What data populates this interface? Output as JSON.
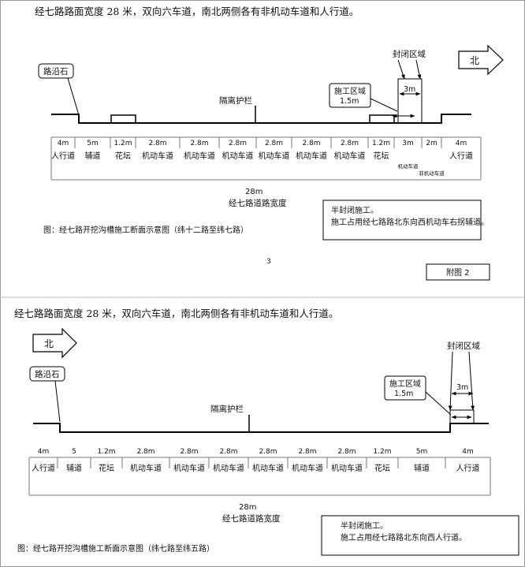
{
  "top": {
    "title": "经七路路面宽度 28 米，双向六车道，南北两侧各有非机动车道和人行道。",
    "direction": "北",
    "curb_label": "路沿石",
    "closed_label": "封闭区域",
    "work_label": "施工区域",
    "work_width": "1.5m",
    "closed_width": "3m",
    "barrier_label": "隔离护栏",
    "widths": [
      "4m",
      "5m",
      "1.2m",
      "2.8m",
      "2.8m",
      "2.8m",
      "2.8m",
      "2.8m",
      "2.8m",
      "1.2m",
      "3m",
      "2m",
      "4m"
    ],
    "lanes": [
      "人行道",
      "辅道",
      "花坛",
      "机动车道",
      "机动车道",
      "机动车道",
      "机动车道",
      "机动车道",
      "机动车道",
      "花坛",
      "机动车道",
      "非机动车道",
      "人行道"
    ],
    "total": "28m",
    "total_label": "经七路道路宽度",
    "info_line1": "半封闭施工。",
    "info_line2": "施工占用经七路路北东向西机动车右拐辅道。",
    "caption": "图：经七路开挖沟槽施工断面示意图（纬十二路至纬七路）",
    "page_no": "3",
    "appendix": "附图 2"
  },
  "bottom": {
    "title": "经七路路面宽度 28 米，双向六车道，南北两侧各有非机动车道和人行道。",
    "direction": "北",
    "curb_label": "路沿石",
    "closed_label": "封闭区域",
    "work_label": "施工区域",
    "work_width": "1.5m",
    "closed_width": "3m",
    "barrier_label": "隔离护栏",
    "widths": [
      "4m",
      "5",
      "1.2m",
      "2.8m",
      "2.8m",
      "2.8m",
      "2.8m",
      "2.8m",
      "2.8m",
      "1.2m",
      "5m",
      "4m"
    ],
    "lanes": [
      "人行道",
      "辅道",
      "花坛",
      "机动车道",
      "机动车道",
      "机动车道",
      "机动车道",
      "机动车道",
      "机动车道",
      "花坛",
      "辅道",
      "人行道"
    ],
    "total": "28m",
    "total_label": "经七路道路宽度",
    "info_line1": "半封闭施工。",
    "info_line2": "施工占用经七路路北东向西人行道。",
    "caption": "图：经七路开挖沟槽施工断面示意图（纬七路至纬五路）"
  },
  "icons": [
    "arrow-right-icon"
  ]
}
